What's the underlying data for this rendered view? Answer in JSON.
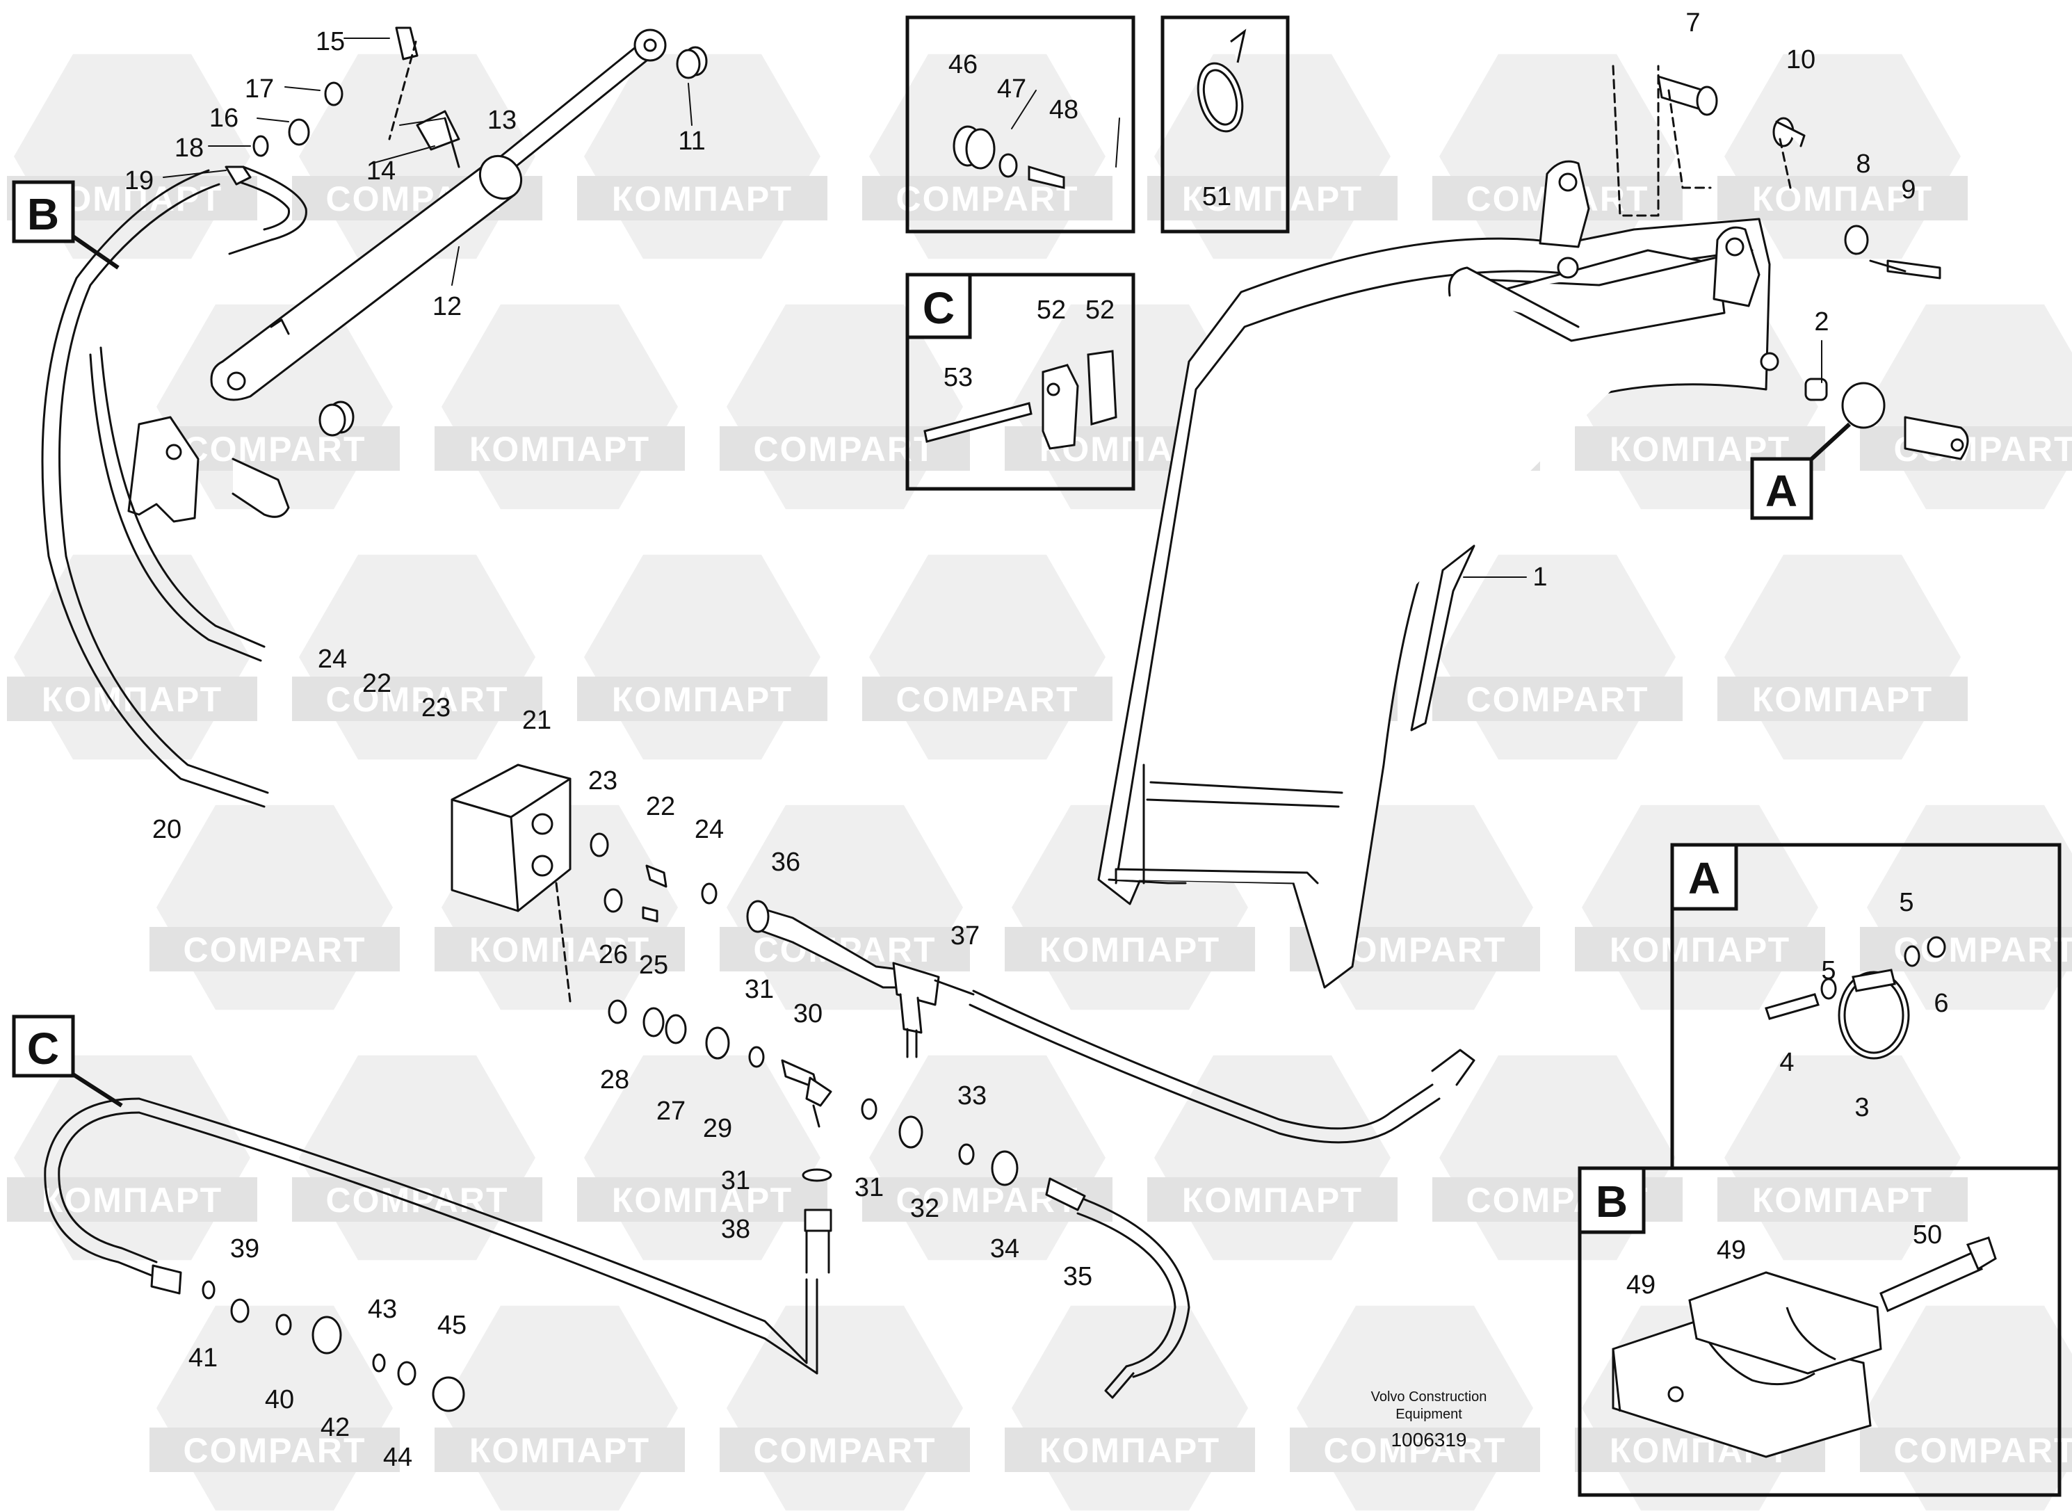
{
  "watermark": {
    "cyrillic": "КОМПАРТ",
    "latin": "COMPART"
  },
  "callouts": {
    "n1": "1",
    "n2": "2",
    "n3": "3",
    "n4": "4",
    "n5a": "5",
    "n5b": "5",
    "n6": "6",
    "n7": "7",
    "n8": "8",
    "n9": "9",
    "n10": "10",
    "n11": "11",
    "n12": "12",
    "n13": "13",
    "n14": "14",
    "n15": "15",
    "n16": "16",
    "n17": "17",
    "n18": "18",
    "n19": "19",
    "n20": "20",
    "n21": "21",
    "n22a": "22",
    "n22b": "22",
    "n23a": "23",
    "n23b": "23",
    "n24a": "24",
    "n24b": "24",
    "n25": "25",
    "n26": "26",
    "n27": "27",
    "n28": "28",
    "n29": "29",
    "n30": "30",
    "n31a": "31",
    "n31b": "31",
    "n31c": "31",
    "n32": "32",
    "n33": "33",
    "n34": "34",
    "n35": "35",
    "n36": "36",
    "n37": "37",
    "n38": "38",
    "n39": "39",
    "n40": "40",
    "n41": "41",
    "n42": "42",
    "n43": "43",
    "n44": "44",
    "n45": "45",
    "n46": "46",
    "n47": "47",
    "n48": "48",
    "n49a": "49",
    "n49b": "49",
    "n50": "50",
    "n51": "51",
    "n52a": "52",
    "n52b": "52",
    "n53": "53"
  },
  "detail_labels": {
    "a_main": "A",
    "a_box": "A",
    "b_main": "B",
    "b_box": "B",
    "c_main": "C",
    "c_box": "C"
  },
  "footer": {
    "maker_line1": "Volvo Construction",
    "maker_line2": "Equipment",
    "drawing_number": "1006319"
  }
}
